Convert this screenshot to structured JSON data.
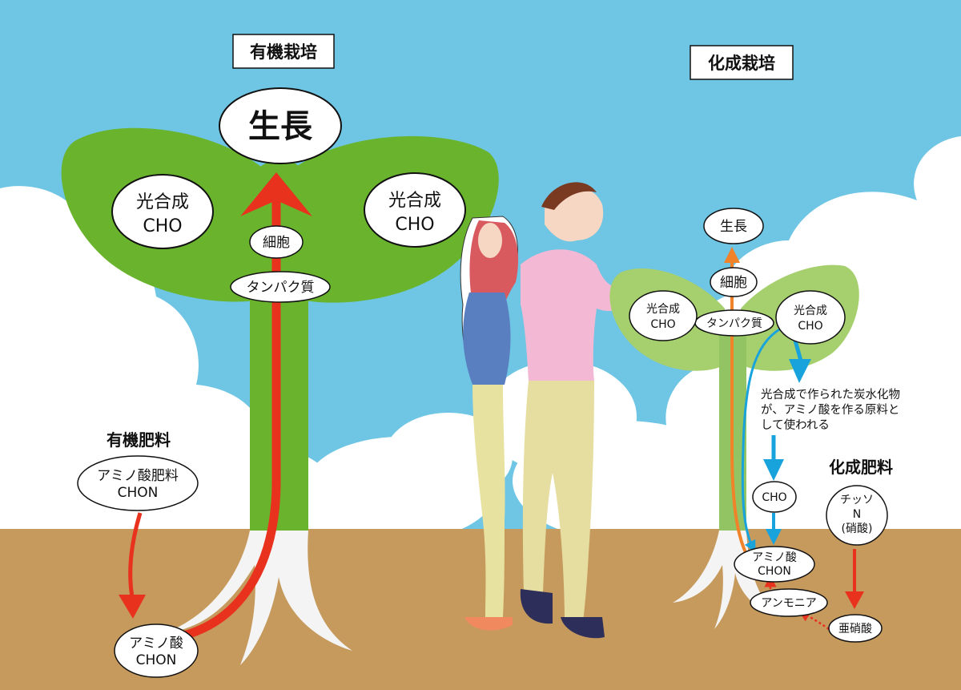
{
  "colors": {
    "sky": "#6ec5e4",
    "soil": "#c69a5d",
    "cloud": "#ffffff",
    "leaf_organic": "#6ab42d",
    "leaf_chemical": "#a6cf6e",
    "stem_chemical": "#92c464",
    "root": "#f4f4f4",
    "arrow_red": "#e8321e",
    "arrow_orange": "#f0832a",
    "arrow_blue": "#19a3dc"
  },
  "organic": {
    "title": "有機栽培",
    "growth": "生長",
    "photo_left_line1": "光合成",
    "photo_left_line2": "CHO",
    "photo_right_line1": "光合成",
    "photo_right_line2": "CHO",
    "cell": "細胞",
    "protein": "タンパク質",
    "fertilizer_heading": "有機肥料",
    "fertilizer_line1": "アミノ酸肥料",
    "fertilizer_line2": "CHON",
    "amino_line1": "アミノ酸",
    "amino_line2": "CHON"
  },
  "chemical": {
    "title": "化成栽培",
    "growth": "生長",
    "cell": "細胞",
    "protein": "タンパク質",
    "photo_left_line1": "光合成",
    "photo_left_line2": "CHO",
    "photo_right_line1": "光合成",
    "photo_right_line2": "CHO",
    "note_line1": "光合成で作られた炭水化物",
    "note_line2": "が、アミノ酸を作る原料と",
    "note_line3": "して使われる",
    "cho": "CHO",
    "fertilizer_heading": "化成肥料",
    "nitrogen_line1": "チッソ",
    "nitrogen_line2": "N",
    "nitrogen_line3": "(硝酸)",
    "amino_line1": "アミノ酸",
    "amino_line2": "CHON",
    "ammonia": "アンモニア",
    "nitrite": "亜硝酸"
  }
}
